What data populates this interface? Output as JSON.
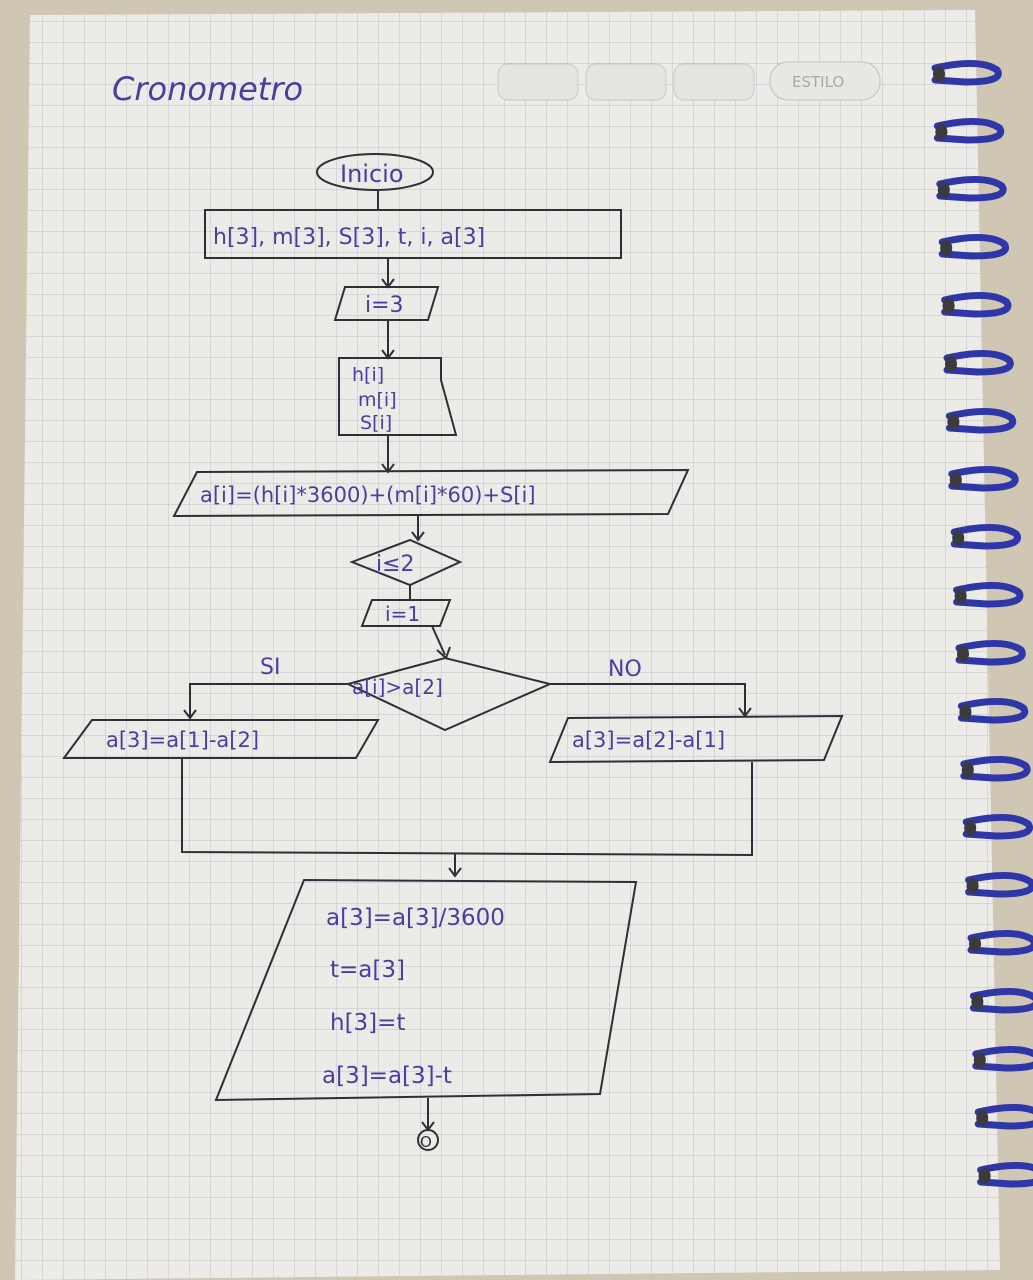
{
  "header": {
    "title": "Cronometro",
    "stamp": "ESTILO"
  },
  "flowchart": {
    "start": "Inicio",
    "declare": "h[3], m[3], S[3], t, i, a[3]",
    "init_i": "i=3",
    "read_lines": [
      "h[i]",
      "m[i]",
      "S[i]"
    ],
    "compute": "a[i]=(h[i]*3600)+(m[i]*60)+S[i]",
    "loop_cond": "i≤2",
    "set_i": "i=1",
    "decision": "a[i]>a[2]",
    "yes_label": "SI",
    "no_label": "NO",
    "yes_process": "a[3]=a[1]-a[2]",
    "no_process": "a[3]=a[2]-a[1]",
    "final_lines": [
      "a[3]=a[3]/3600",
      "t=a[3]",
      "h[3]=t",
      "a[3]=a[3]-t"
    ],
    "end": "O"
  },
  "colors": {
    "ink": "#4a3ea3",
    "pencil": "#2f2f38",
    "grid": "#b9bdc4",
    "paper": "#ecebe7",
    "spiral": "#2f36a8"
  }
}
